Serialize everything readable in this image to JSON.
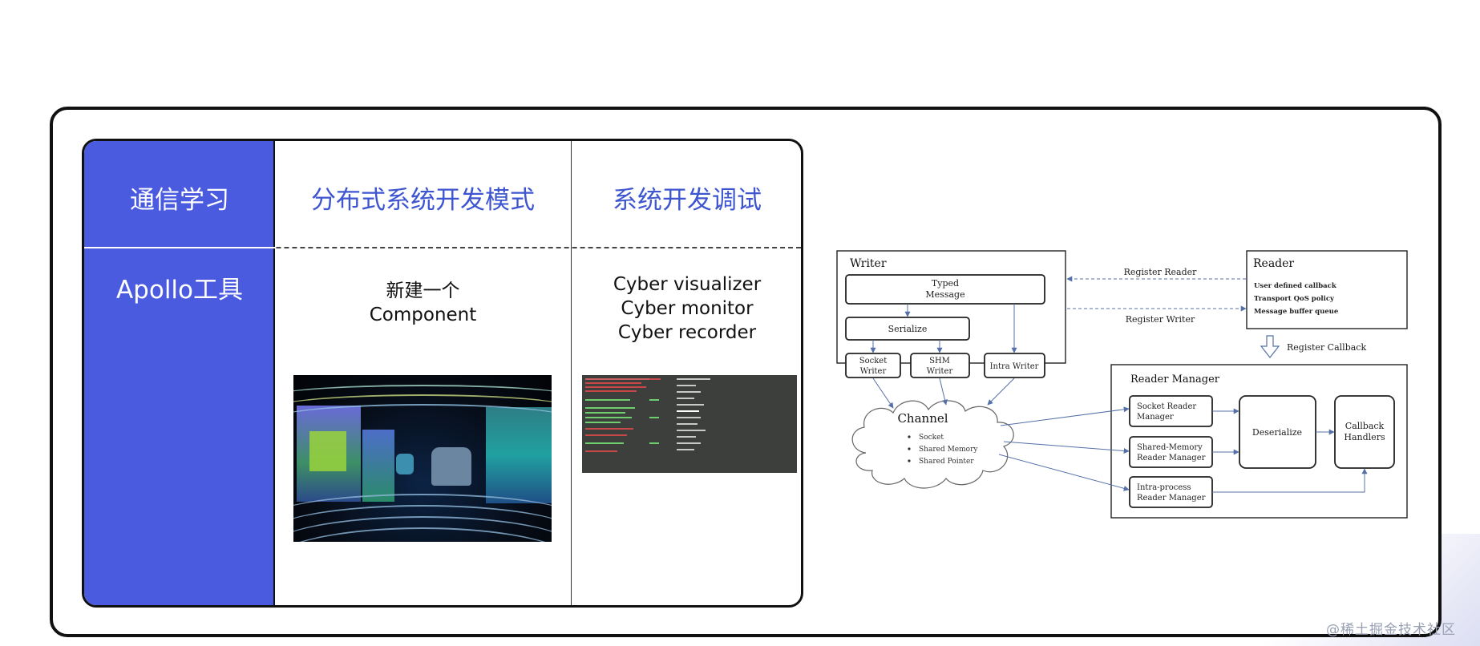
{
  "table": {
    "header": {
      "col1": "通信学习",
      "col2": "分布式系统开发模式",
      "col3": "系统开发调试"
    },
    "row": {
      "col1": "Apollo工具",
      "col2_line1": "新建一个",
      "col2_line2": "Component",
      "col3_lines": [
        "Cyber visualizer",
        "Cyber monitor",
        "Cyber recorder"
      ]
    }
  },
  "diagram": {
    "writer_title": "Writer",
    "typed_message": [
      "Typed",
      "Message"
    ],
    "serialize": "Serialize",
    "socket_writer": [
      "Socket",
      "Writer"
    ],
    "shm_writer": [
      "SHM",
      "Writer"
    ],
    "intra_writer": "Intra Writer",
    "register_reader": "Register Reader",
    "register_writer": "Register Writer",
    "reader_title": "Reader",
    "reader_items": [
      "User defined callback",
      "Transport QoS policy",
      "Message buffer queue"
    ],
    "register_callback": "Register Callback",
    "reader_manager_title": "Reader Manager",
    "socket_reader_manager": [
      "Socket Reader",
      "Manager"
    ],
    "shm_reader_manager": [
      "Shared-Memory",
      "Reader Manager"
    ],
    "intra_reader_manager": [
      "Intra-process",
      "Reader Manager"
    ],
    "deserialize": "Deserialize",
    "callback_handlers": [
      "Callback",
      "Handlers"
    ],
    "channel_title": "Channel",
    "channel_items": [
      "Socket",
      "Shared Memory",
      "Shared Pointer"
    ]
  },
  "watermark": "@稀土掘金技术社区"
}
